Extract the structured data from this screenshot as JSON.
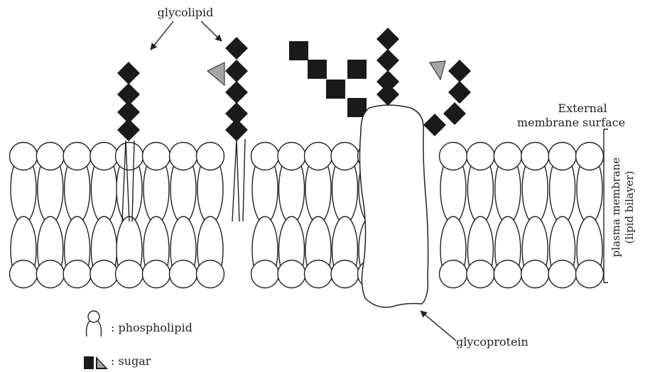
{
  "labels": {
    "glycolipid": "glycolipid",
    "external_line1": "External",
    "external_line2": "membrane surface",
    "plasma_membrane": "plasma membrane",
    "lipid_bilayer": "(lipid bilayer)",
    "glycoprotein": "glycoprotein"
  },
  "legend": {
    "phospholipid": ": phospholipid",
    "sugar": ": sugar"
  },
  "colors": {
    "sugar_dark": "#1a1a1a",
    "sugar_light": "#a6a6a6",
    "outline": "#222222"
  }
}
